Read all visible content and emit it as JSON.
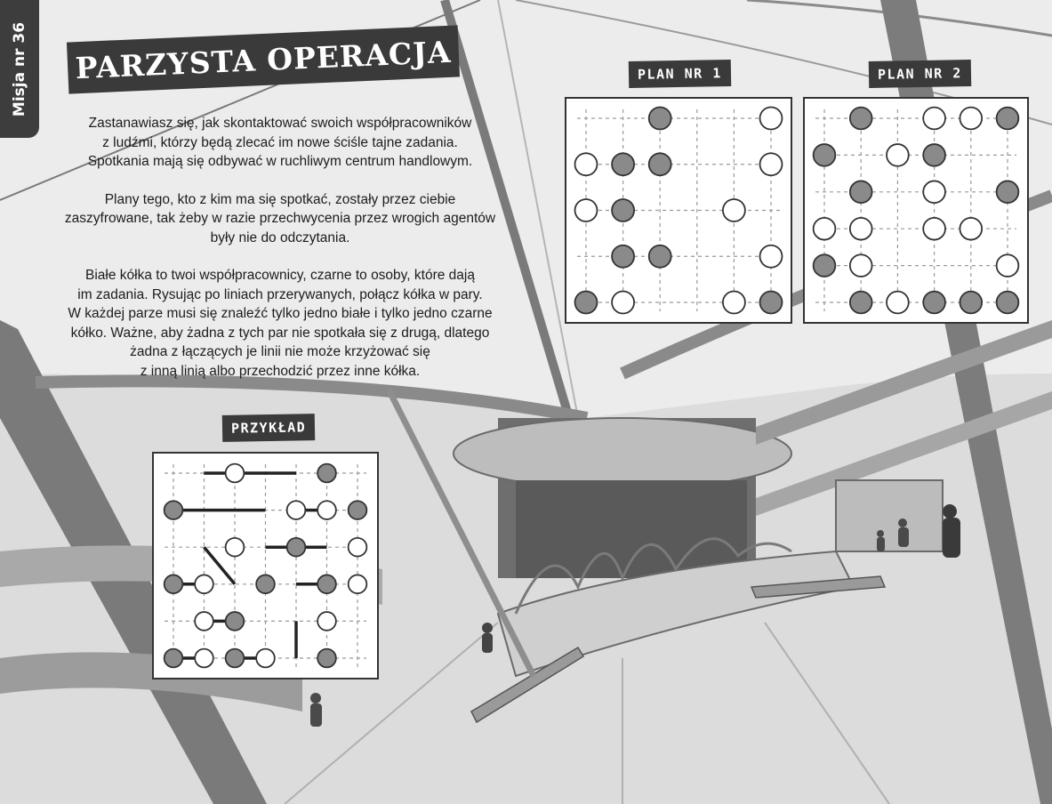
{
  "sidebar": {
    "mission": "Misja nr 36"
  },
  "title": "PARZYSTA OPERACJA",
  "intro": {
    "paragraph1": [
      "Zastanawiasz się, jak skontaktować swoich współpracowników",
      "z ludźmi, którzy będą zlecać im nowe ściśle tajne zadania.",
      "Spotkania mają się odbywać w ruchliwym centrum handlowym."
    ],
    "paragraph2": [
      "Plany tego, kto z kim ma się spotkać, zostały przez ciebie",
      "zaszyfrowane, tak żeby w razie przechwycenia przez wrogich agentów",
      "były nie do odczytania."
    ],
    "paragraph3": [
      "Białe kółka to twoi współpracownicy, czarne to osoby, które dają",
      "im zadania. Rysując po liniach przerywanych, połącz kółka w pary.",
      "W każdej parze musi się znaleźć tylko jedno białe i tylko jedno czarne",
      "kółko. Ważne, aby żadna z tych par nie spotkała się z drugą, dlatego",
      "żadna z łączących je linii nie może krzyżować się",
      "z inną linią albo przechodzić przez inne kółka."
    ]
  },
  "colors": {
    "dark_circle": "#8a8a8a",
    "light_circle": "#ffffff",
    "stroke": "#333333",
    "dash_line": "#9a9a9a",
    "label_bg": "#3a3a3a"
  },
  "puzzles": {
    "example": {
      "label": "PRZYKŁAD",
      "cells": [
        "..W..B",
        "B...WWB",
        "..W.B.W",
        "BW.B.BW",
        ".WB..W.",
        "BWBW.B."
      ],
      "connections": [
        [
          [
            0,
            1
          ],
          [
            0,
            4
          ]
        ],
        [
          [
            1,
            0
          ],
          [
            1,
            3
          ]
        ],
        [
          [
            1,
            4
          ],
          [
            1,
            5
          ]
        ],
        [
          [
            2,
            1
          ],
          [
            3,
            2
          ]
        ],
        [
          [
            2,
            3
          ],
          [
            2,
            5
          ]
        ],
        [
          [
            3,
            0
          ],
          [
            3,
            1
          ]
        ],
        [
          [
            3,
            4
          ],
          [
            3,
            5
          ]
        ],
        [
          [
            4,
            1
          ],
          [
            4,
            2
          ]
        ],
        [
          [
            4,
            4
          ],
          [
            5,
            4
          ]
        ],
        [
          [
            5,
            0
          ],
          [
            5,
            1
          ]
        ],
        [
          [
            5,
            2
          ],
          [
            5,
            3
          ]
        ]
      ]
    },
    "plan1": {
      "label": "PLAN NR 1",
      "cells": [
        "..B..W",
        "WBB..W",
        "WB..W.",
        ".BB..W",
        "BW..WB"
      ],
      "connections": []
    },
    "plan2": {
      "label": "PLAN NR 2",
      "cells": [
        ".B.WWB",
        "B.WB..",
        ".B.W.B",
        "WW.WW.",
        "BW...W",
        ".BWBBB"
      ],
      "connections": []
    }
  }
}
